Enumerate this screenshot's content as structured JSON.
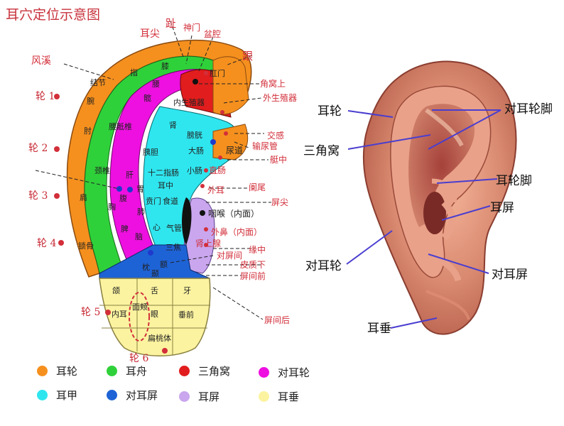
{
  "title": "耳穴定位示意图",
  "left_callouts": {
    "toe": "趾",
    "ear_apex": "耳尖",
    "shenmen": "神门",
    "pelvic": "盆腔",
    "heel": "跟",
    "wind_stream": "风溪",
    "helix1": "轮 1",
    "helix2": "轮 2",
    "helix3": "轮 3",
    "helix4": "轮 4",
    "helix5": "轮 5",
    "helix6": "轮 6",
    "tri_fossa_upper": "角窝上",
    "external_genitals": "外生殖器",
    "sympathetic": "交感",
    "ureter": "输尿管",
    "urethra": "尿道",
    "rectum": "直肠",
    "stem_middle": "艇中",
    "appendix": "阑尾",
    "external_ear": "外耳",
    "tragus_apex": "屏尖",
    "pharynx": "咽喉（内面）",
    "external_nose": "外鼻（内面）",
    "margin_center": "缘中",
    "adrenal": "肾上腺",
    "intertragic": "对屏间",
    "subcortex": "皮质下",
    "anterior_intertragic": "屏间前",
    "posterior_intertragic": "屏间后"
  },
  "regions": {
    "knot": "结节",
    "finger": "指",
    "wrist": "腕",
    "elbow": "肘",
    "shoulder": "肩",
    "clavicle": "锁骨",
    "lumbar": "腰骶椎",
    "chest": "胸",
    "abdomen": "腹",
    "neck_vertebra": "颈椎",
    "knee": "膝",
    "hip": "髋",
    "waist": "腰",
    "anus": "肛门",
    "uterus": "内生殖器",
    "kidney": "肾",
    "bladder": "膀胱",
    "large_int": "大肠",
    "small_int": "小肠",
    "pancreas": "胰胆",
    "liver": "肝",
    "stomach": "胃",
    "duodenum": "十二指肠",
    "ear_center": "耳中",
    "esophagus": "食道",
    "cardia": "贲门",
    "lung": "肺",
    "heart": "心",
    "trachea": "气管",
    "spleen": "脾",
    "triple_burner": "三焦",
    "brain": "脑",
    "occiput": "枕",
    "forehead": "额",
    "temple": "颞",
    "jaw": "颌",
    "tongue": "舌",
    "tooth": "牙",
    "inner_ear": "内耳",
    "face_cheek": "面颊",
    "eye": "眼",
    "anterior_lobe": "垂前",
    "tonsil": "扁桃体"
  },
  "right_labels": {
    "helix": "耳轮",
    "crura_antihelix": "对耳轮脚",
    "triangular_fossa": "三角窝",
    "helix_crus": "耳轮脚",
    "tragus": "耳屏",
    "antihelix": "对耳轮",
    "antitragus": "对耳屏",
    "lobe": "耳垂"
  },
  "legend": [
    {
      "label": "耳轮",
      "color": "#f5901e"
    },
    {
      "label": "耳舟",
      "color": "#2fd13a"
    },
    {
      "label": "三角窝",
      "color": "#e11d1d"
    },
    {
      "label": "对耳轮",
      "color": "#ee10e0"
    },
    {
      "label": "耳甲",
      "color": "#2fe6ef"
    },
    {
      "label": "对耳屏",
      "color": "#1e63d6"
    },
    {
      "label": "耳屏",
      "color": "#c9a6ee"
    },
    {
      "label": "耳垂",
      "color": "#fbf3a0"
    }
  ]
}
